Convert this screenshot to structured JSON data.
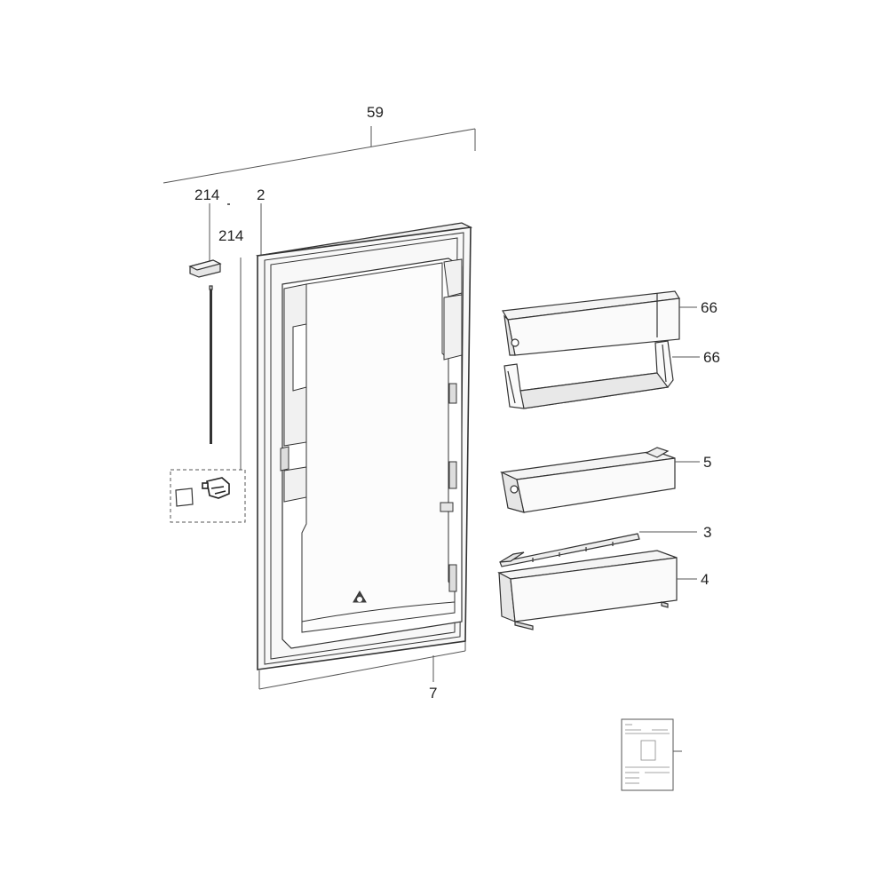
{
  "diagram": {
    "labels": {
      "door_assembly": "59",
      "hinge_cover_upper": "214",
      "hinge_kit": "214",
      "inner_door": "2",
      "gasket": "7",
      "shelf_top": "66",
      "shelf_second": "66",
      "shelf_middle": "5",
      "rail_cover": "3",
      "bottle_shelf": "4"
    },
    "colors": {
      "line": "#333333",
      "fill_light": "#f4f4f4",
      "fill_mid": "#e6e6e6"
    }
  }
}
